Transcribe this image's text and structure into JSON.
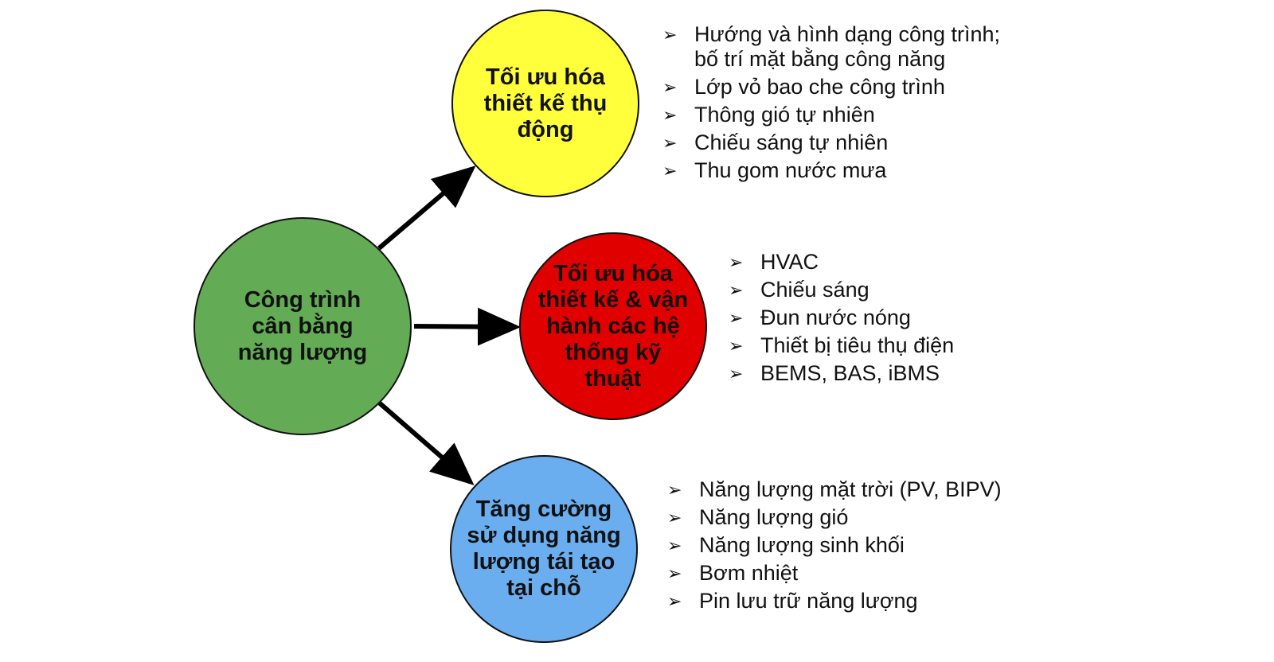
{
  "colors": {
    "center": "#63ac55",
    "top": "#ffff3b",
    "middle": "#e00000",
    "bottom": "#6aaef0",
    "stroke": "#111111",
    "arrow": "#000000"
  },
  "bullet_icon": "arrow-right-icon",
  "bullet_glyph": "➢",
  "center_node": {
    "label": "Công trình\ncân bằng\nnăng lượng"
  },
  "branches": [
    {
      "id": "passive",
      "label": "Tối ưu hóa\nthiết kế thụ\nđộng",
      "items": [
        "Hướng và hình dạng công trình;\nbố trí mặt bằng công năng",
        "Lớp vỏ bao che công trình",
        "Thông gió tự nhiên",
        "Chiếu sáng tự nhiên",
        "Thu gom nước mưa"
      ]
    },
    {
      "id": "systems",
      "label": "Tối ưu hóa\nthiết kế & vận\nhành các hệ\nthống kỹ\nthuật",
      "items": [
        "HVAC",
        "Chiếu sáng",
        "Đun nước nóng",
        "Thiết bị tiêu thụ điện",
        "BEMS, BAS, iBMS"
      ]
    },
    {
      "id": "renewable",
      "label": "Tăng cường\nsử dụng năng\nlượng tái tạo\ntại chỗ",
      "items": [
        "Năng lượng mặt trời (PV, BIPV)",
        "Năng lượng gió",
        "Năng lượng sinh khối",
        "Bơm nhiệt",
        "Pin lưu trữ năng lượng"
      ]
    }
  ]
}
